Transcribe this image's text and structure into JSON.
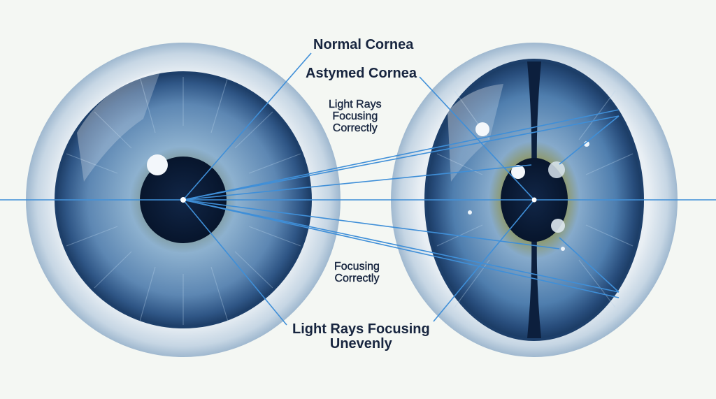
{
  "diagram": {
    "type": "eye-comparison",
    "left_eye": {
      "description": "Normal cornea, round iris, single focal point"
    },
    "right_eye": {
      "description": "Astigmatic (elliptical) cornea, vertical slit, light rays focusing unevenly"
    },
    "colors": {
      "background": "#f4f7f3",
      "ray": "#3f8fd8",
      "label_text": "#17253f",
      "iris_dark": "#1f4470",
      "iris_light": "#8fb4d6",
      "pupil": "#0b1a33"
    }
  },
  "labels": {
    "normal_cornea": "Normal Cornea",
    "astymed_cornea": "Astymed Cornea",
    "light_rays_focusing_correctly": [
      "Light Rays",
      "Focusing",
      "Correctly"
    ],
    "focusing_correctly": [
      "Focusing",
      "Correctly"
    ],
    "light_rays_focusing_unevenly": [
      "Light Rays Focusing",
      "Unevenly"
    ]
  }
}
